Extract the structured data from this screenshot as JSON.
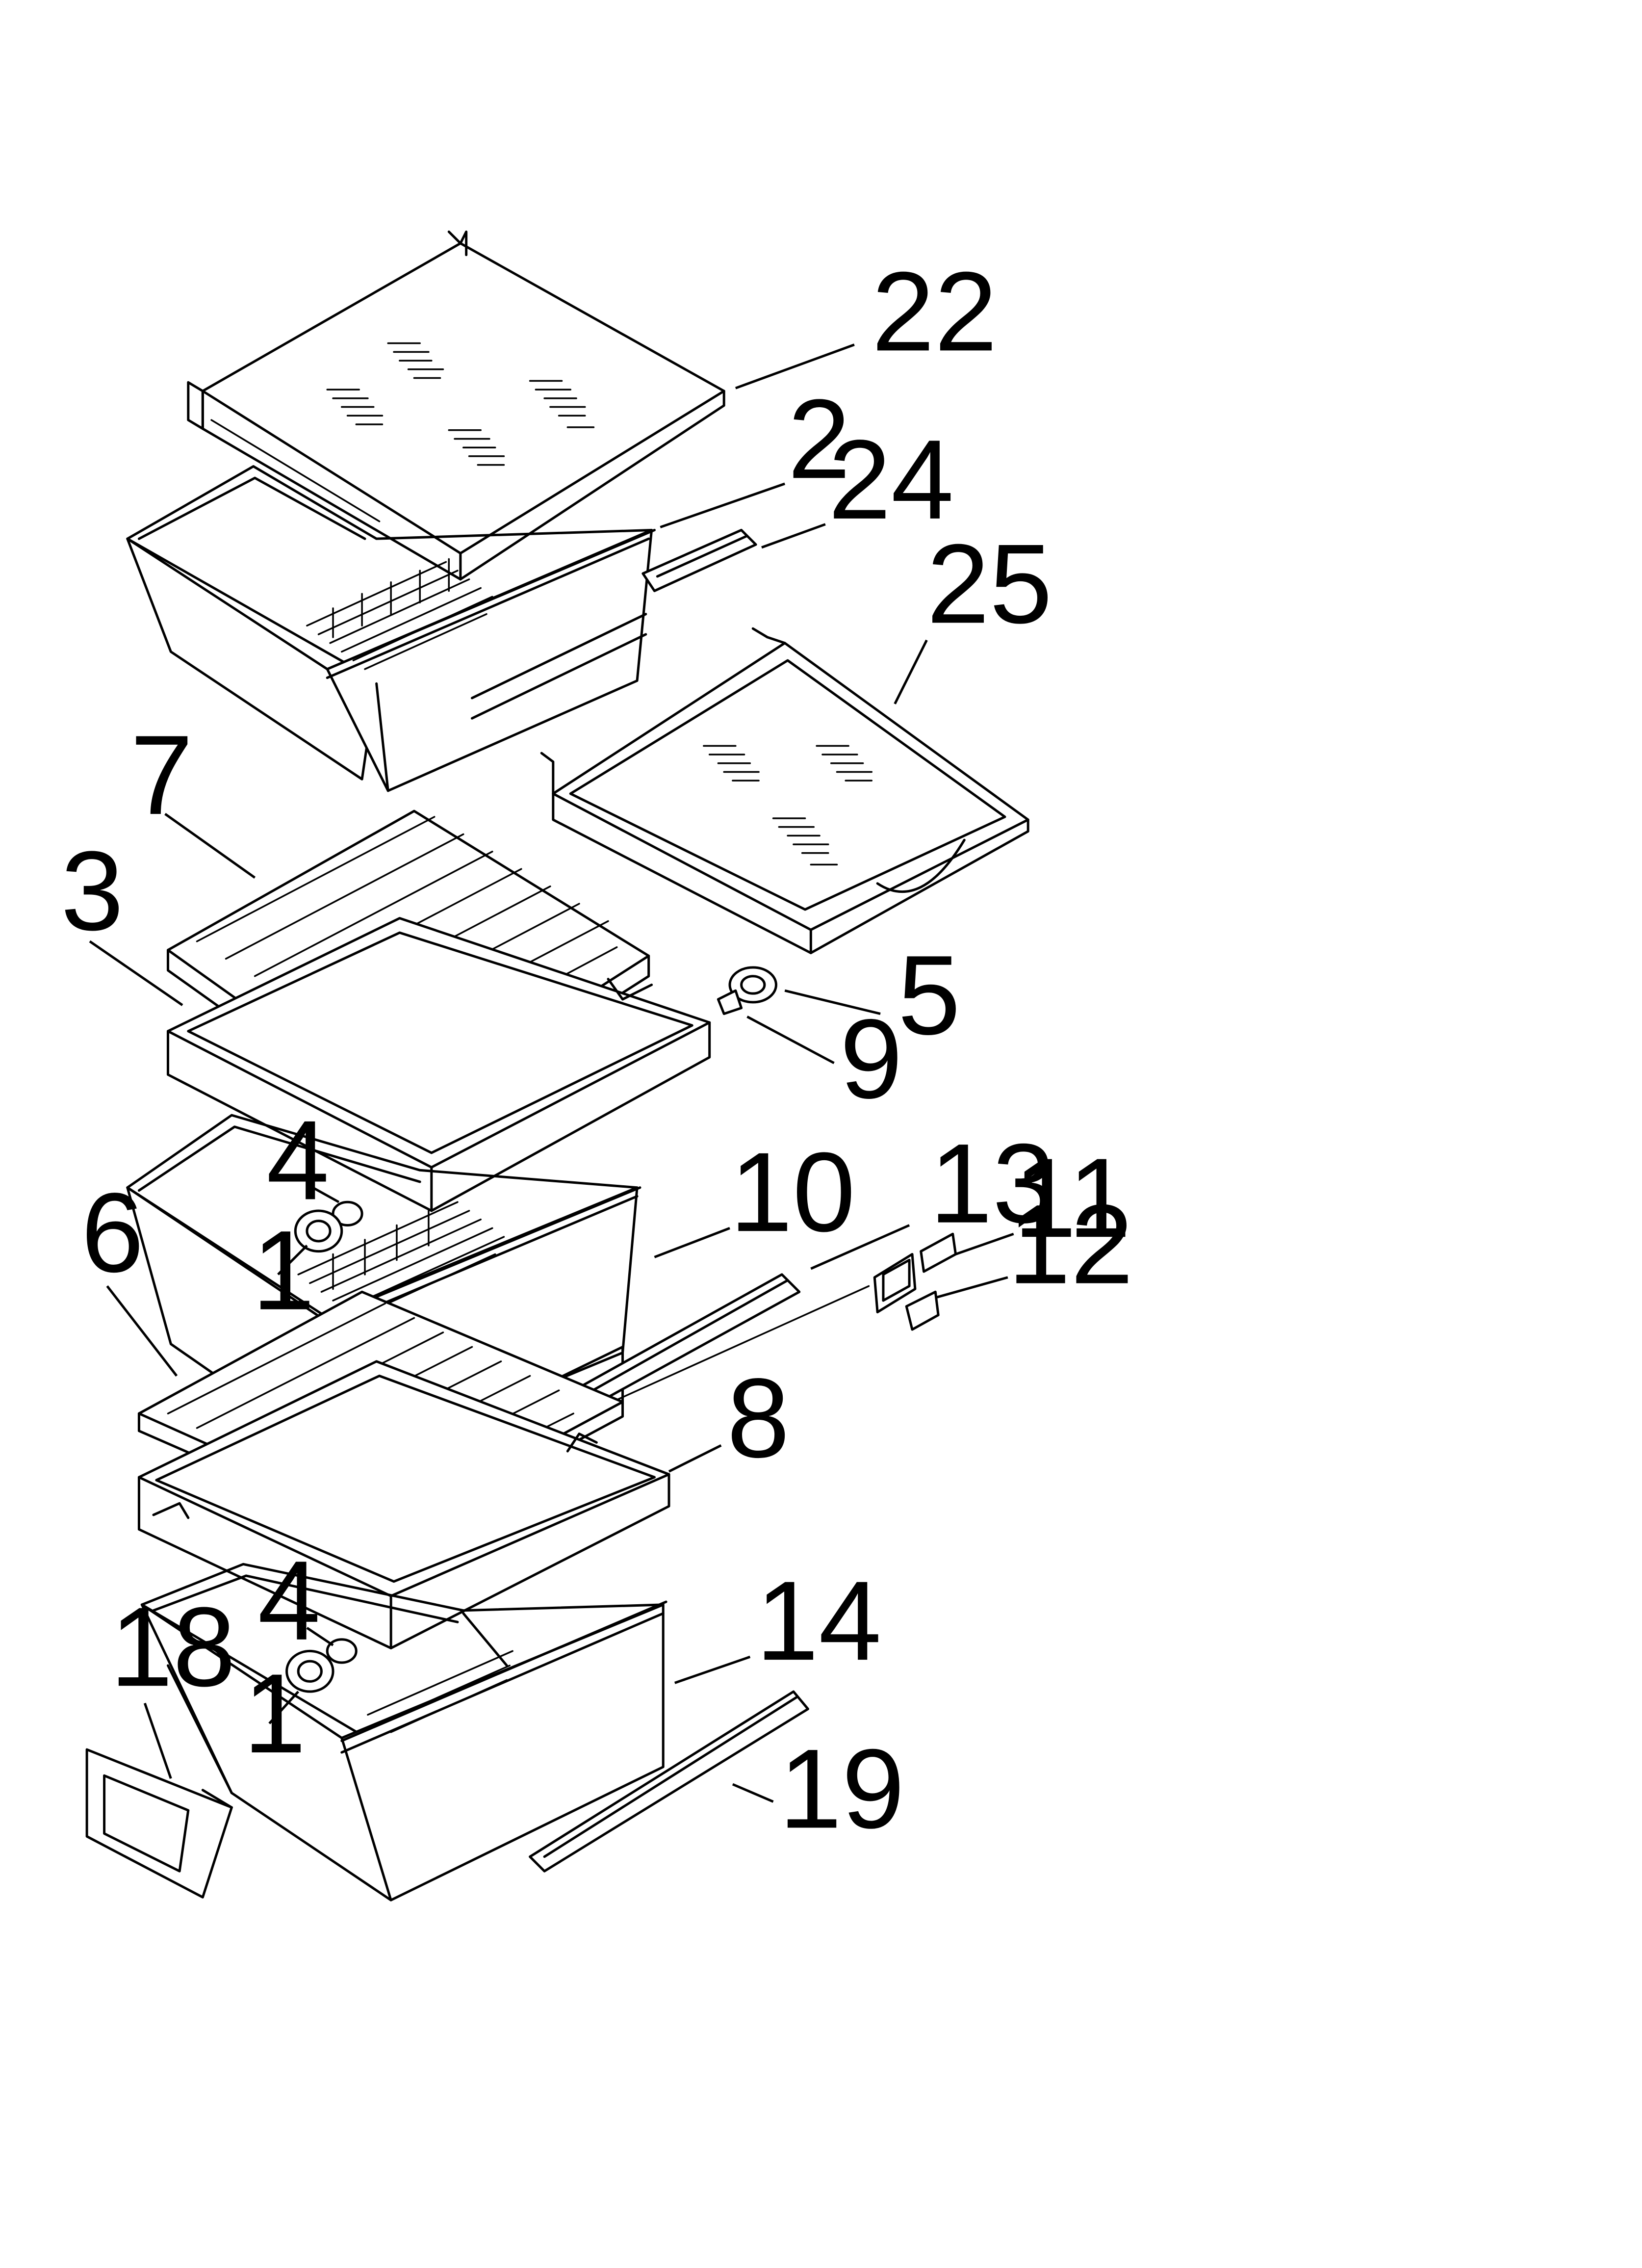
{
  "callouts": {
    "c22": "22",
    "c2": "2",
    "c24": "24",
    "c25": "25",
    "c7": "7",
    "c3": "3",
    "c5": "5",
    "c9": "9",
    "c4a": "4",
    "c10": "10",
    "c13": "13",
    "c11": "11",
    "c12": "12",
    "c1a": "1",
    "c6": "6",
    "c8": "8",
    "c4b": "4",
    "c14": "14",
    "c18": "18",
    "c1b": "1",
    "c19": "19"
  }
}
